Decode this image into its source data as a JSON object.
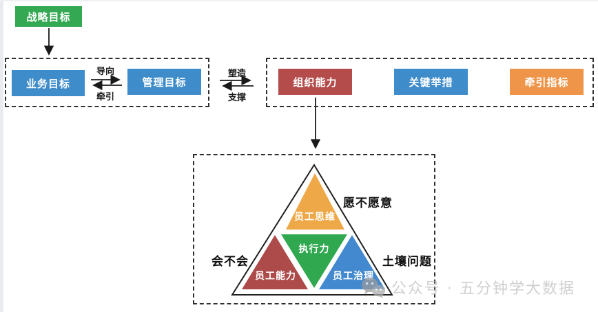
{
  "diagram": {
    "strategy": {
      "label": "战略目标"
    },
    "goals_section": {
      "business_label": "业务目标",
      "management_label": "管理目标",
      "forward_label": "导向",
      "backward_label": "牵引"
    },
    "bridge": {
      "top_label": "塑造",
      "bottom_label": "支撑"
    },
    "capability_section": {
      "org_label": "组织能力",
      "measures_label": "关键举措",
      "indicator_label": "牵引指标"
    },
    "pyramid_section": {
      "top_label": "员工思维",
      "center_label": "执行力",
      "left_label": "员工能力",
      "right_label": "员工治理",
      "willing_label": "愿不愿意",
      "able_label": "会不会",
      "soil_label": "土壤问题"
    },
    "watermark": {
      "icon": "wechat-icon",
      "text": "公众号 · 五分钟学大数据"
    }
  },
  "colors": {
    "strategy_green": "#34a853",
    "goal_blue": "#3f8cca",
    "org_red": "#b44c4c",
    "indicator_orange": "#ef9549",
    "pyramid_amber": "#efa847",
    "pyramid_green": "#2fa84f",
    "pyramid_red": "#ad4a4a",
    "pyramid_blue": "#4289cf",
    "dash_border": "#2e2e2e",
    "arrow_black": "#1a1a1a",
    "watermark_gray": "#c0c0c0"
  }
}
